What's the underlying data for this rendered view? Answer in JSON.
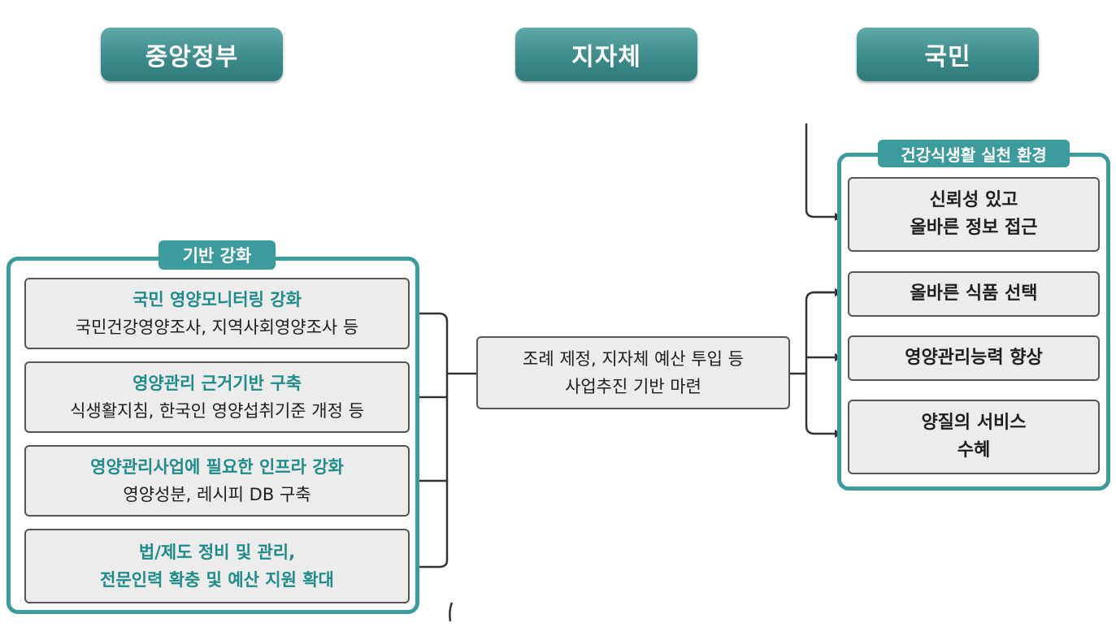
{
  "headers": {
    "central": "중앙정부",
    "local": "지자체",
    "citizens": "국민"
  },
  "foundation": {
    "title": "기반 강화",
    "items": [
      {
        "title": "국민 영양모니터링 강화",
        "detail": "국민건강영양조사, 지역사회영양조사 등"
      },
      {
        "title": "영양관리 근거기반 구축",
        "detail": "식생활지침, 한국인 영양섭취기준 개정 등"
      },
      {
        "title": "영양관리사업에 필요한 인프라 강화",
        "detail": "영양성분, 레시피 DB 구축"
      },
      {
        "title_line1": "법/제도 정비 및 관리,",
        "title_line2": "전문인력 확충 및 예산 지원 확대"
      }
    ]
  },
  "local_box": {
    "line1": "조례 제정, 지자체 예산 투입 등",
    "line2": "사업추진 기반 마련"
  },
  "environment": {
    "title": "건강식생활 실천 환경",
    "items": [
      {
        "line1": "신뢰성 있고",
        "line2": "올바른 정보 접근"
      },
      {
        "line1": "올바른 식품 선택"
      },
      {
        "line1": "영양관리능력 향상"
      },
      {
        "line1": "양질의 서비스",
        "line2": "수혜"
      }
    ]
  },
  "colors": {
    "teal": "#3c9b9c",
    "teal_text": "#1f8b8a",
    "header_gradient_top": "#5fa9a9",
    "box_fill": "#ececec"
  }
}
